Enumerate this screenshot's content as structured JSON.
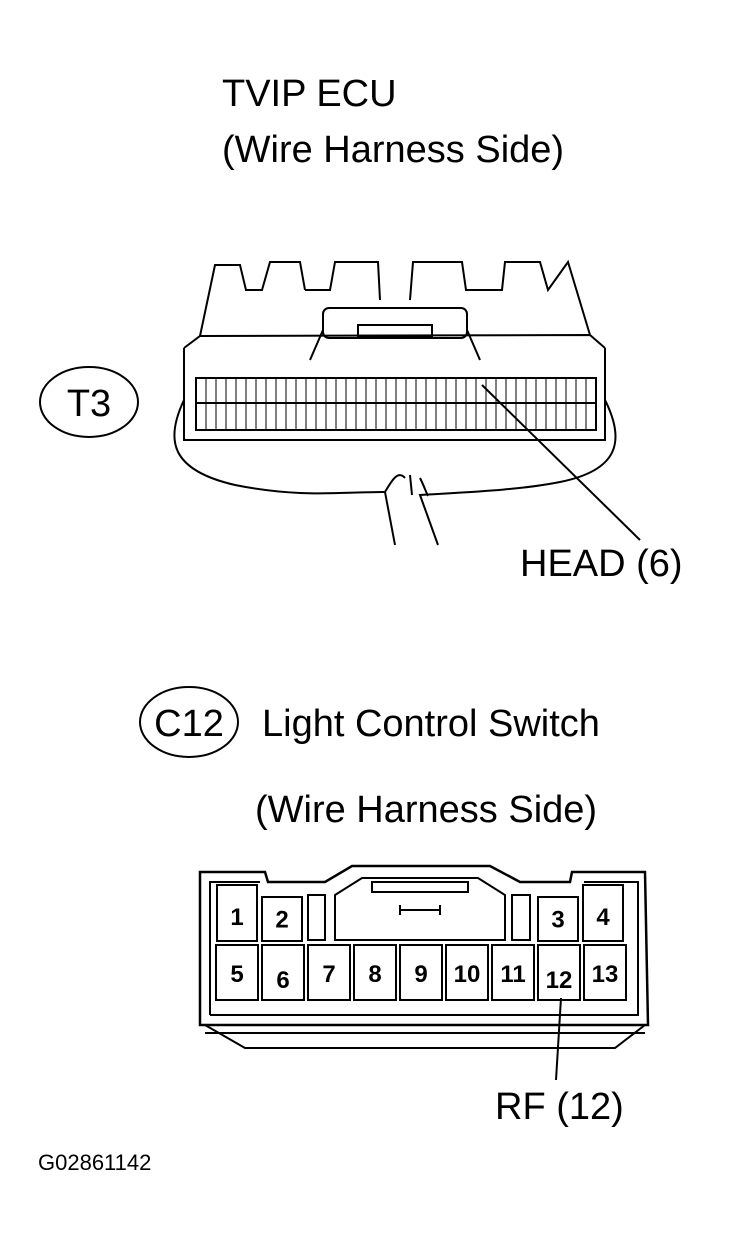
{
  "ecu": {
    "title": "TVIP ECU",
    "subtitle": "(Wire Harness Side)",
    "connector_id": "T3",
    "callout": "HEAD (6)"
  },
  "switch": {
    "connector_id": "C12",
    "title": "Light Control Switch",
    "subtitle": "(Wire Harness Side)",
    "callout": "RF (12)",
    "pins_top": [
      "1",
      "2",
      "3",
      "4"
    ],
    "pins_bottom": [
      "5",
      "6",
      "7",
      "8",
      "9",
      "10",
      "11",
      "12",
      "13"
    ]
  },
  "figure_code": "G02861142"
}
